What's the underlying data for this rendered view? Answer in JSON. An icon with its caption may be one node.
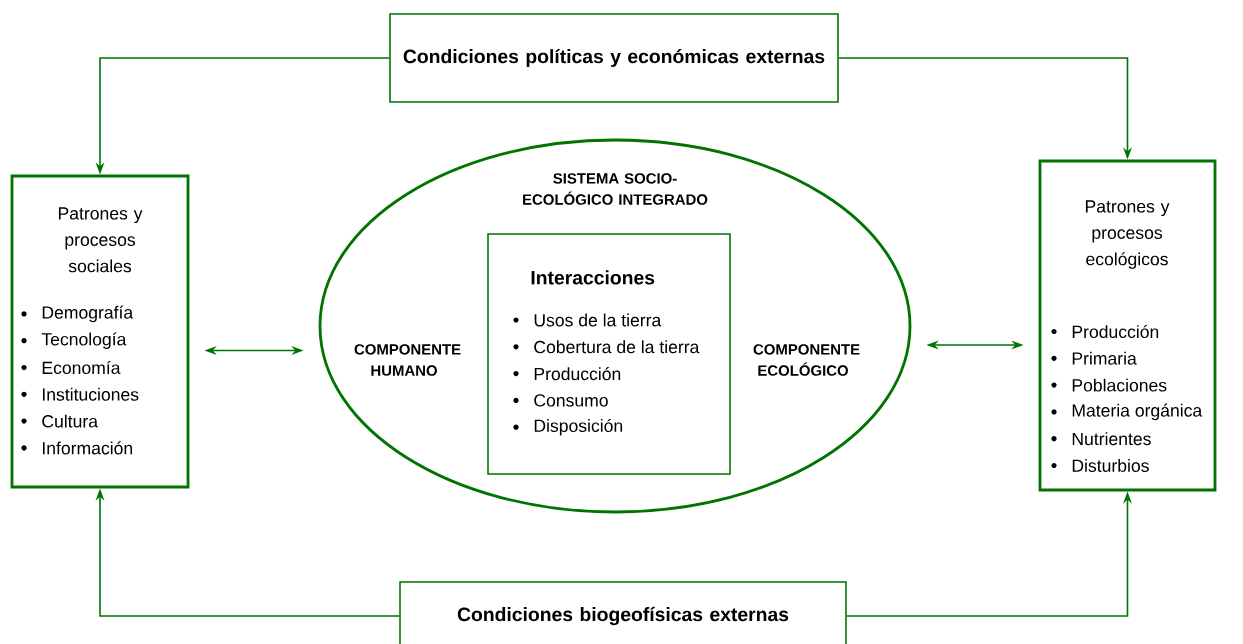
{
  "diagram": {
    "nodes": [
      {
        "text": [
          "Condiciones políticas y económicas externas"
        ]
      },
      {
        "text": [
          "Patrones y procesos sociales",
          "Demografía",
          "Tecnología",
          "Economía",
          "Instituciones",
          "Cultura",
          "Información"
        ]
      },
      {
        "text": [
          "SISTEMA SOCIO-ECOLÓGICO INTEGRADO",
          "COMPONENTE HUMANO",
          "COMPONENTE ECOLÓGICO"
        ]
      },
      {
        "text": [
          "Interacciones",
          "Usos de la tierra",
          "Cobertura de la tierra",
          "Producción",
          "Consumo",
          "Disposición"
        ],
        "in": 2
      },
      {
        "text": [
          "Patrones y procesos ecológicos",
          "Producción",
          "Primaria",
          "Poblaciones",
          "Materia orgánica",
          "Nutrientes",
          "Disturbios"
        ]
      },
      {
        "text": [
          "Condiciones biogeofísicas externas"
        ]
      }
    ],
    "edges": [
      {
        "from": 0,
        "to": 1,
        "arrow": "to"
      },
      {
        "from": 0,
        "to": 4,
        "arrow": "to"
      },
      {
        "from": 1,
        "to": 2,
        "arrow": "both"
      },
      {
        "from": 2,
        "to": 4,
        "arrow": "both"
      },
      {
        "from": 5,
        "to": 1,
        "arrow": "to"
      },
      {
        "from": 5,
        "to": 4,
        "arrow": "to"
      }
    ]
  }
}
